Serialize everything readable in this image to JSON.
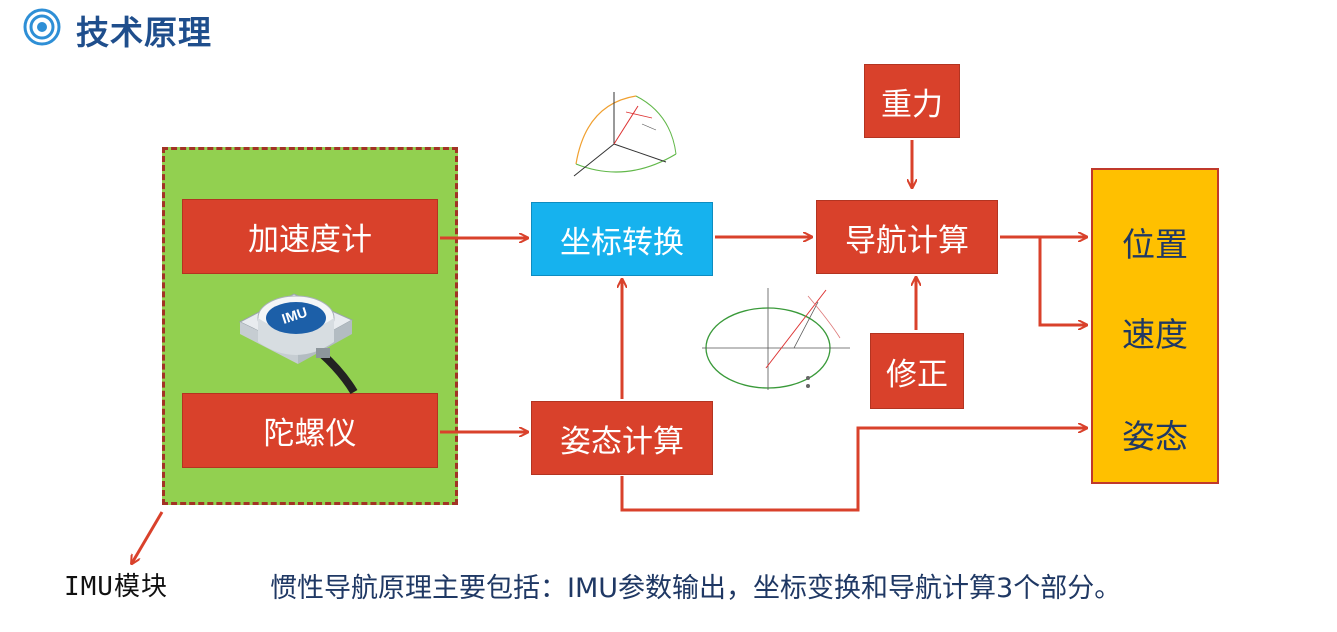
{
  "header": {
    "title": "技术原理",
    "icon": "target-icon",
    "accent": "#2e8fd6"
  },
  "diagram": {
    "imu_module": {
      "blocks": [
        "加速度计",
        "陀螺仪"
      ],
      "label": "IMU模块",
      "device_text": "IMU",
      "frame_color": "#92d050",
      "frame_border": "#a23325"
    },
    "nodes": {
      "coord_transform": "坐标转换",
      "attitude_calc": "姿态计算",
      "nav_calc": "导航计算",
      "gravity": "重力",
      "correction": "修正"
    },
    "outputs": [
      "位置",
      "速度",
      "姿态"
    ],
    "colors": {
      "node_red": "#d9412b",
      "node_blue": "#16b2ee",
      "output_fill": "#ffc000",
      "arrow": "#d9412b"
    }
  },
  "caption": "惯性导航原理主要包括：IMU参数输出，坐标变换和导航计算3个部分。"
}
